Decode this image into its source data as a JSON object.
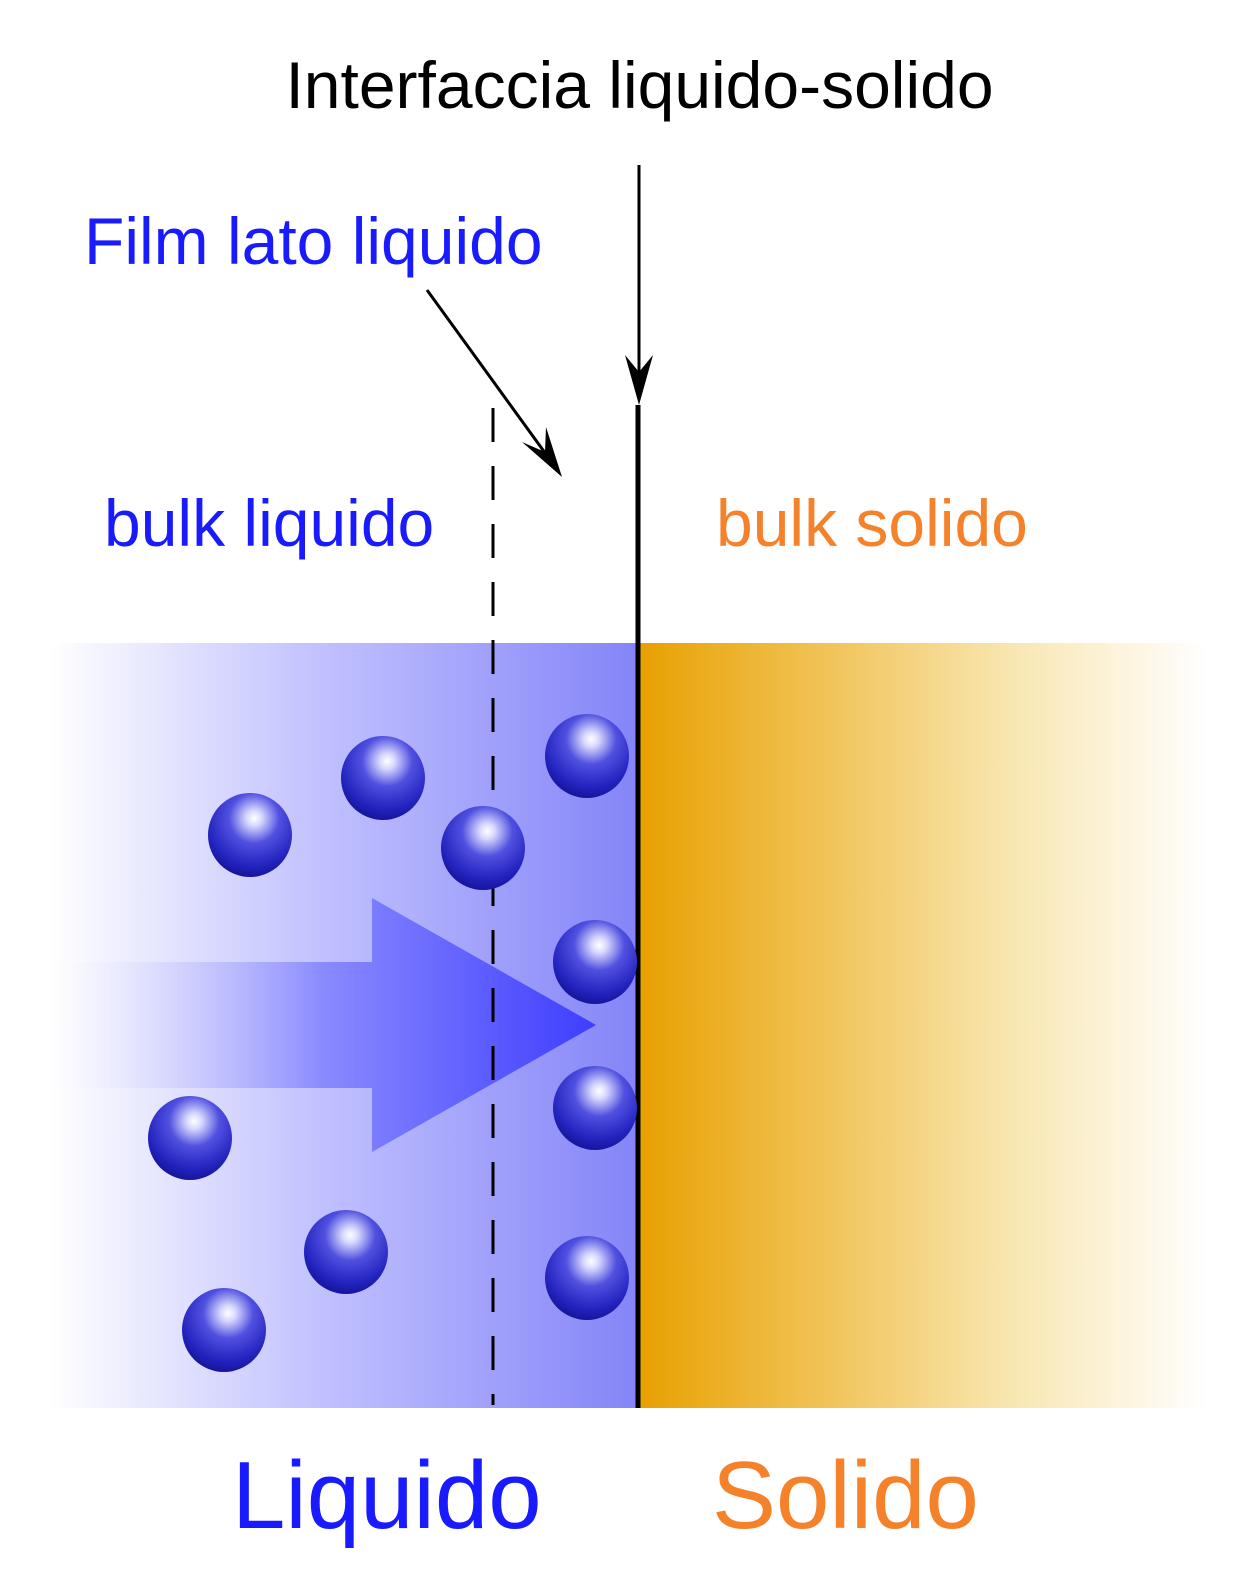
{
  "labels": {
    "interface": "Interfaccia liquido-solido",
    "film": "Film lato liquido",
    "bulk_liquid": "bulk liquido",
    "bulk_solid": "bulk solido",
    "liquid": "Liquido",
    "solid": "Solido"
  },
  "colors": {
    "liquid_text": "#1a1aff",
    "solid_text": "#f5822a",
    "liquid_fill": "#8080ff",
    "solid_fill": "#e8a000",
    "particle": "#2020c0",
    "flow_arrow": "#4040ff",
    "line": "#000000"
  }
}
